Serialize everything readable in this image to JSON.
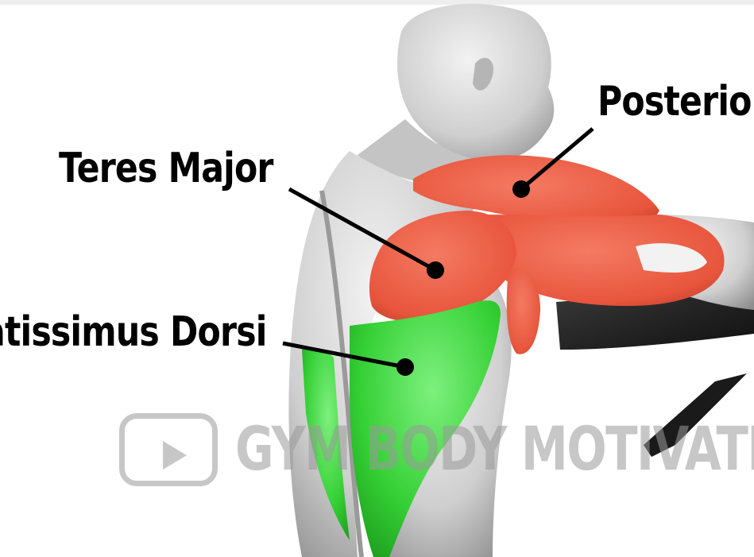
{
  "labels": {
    "teres_major": "Teres Major",
    "posterior": "Posterio",
    "latissimus": "atissimus Dorsi"
  },
  "watermark": {
    "text": "GYM BODY MOTIVATIO",
    "icon": "play-icon"
  },
  "colors": {
    "deltoid_red": "#e8553d",
    "lat_green": "#2fcc2f",
    "skin_gray": "#cfcfcf",
    "watermark_gray": "#9a9a9a"
  }
}
